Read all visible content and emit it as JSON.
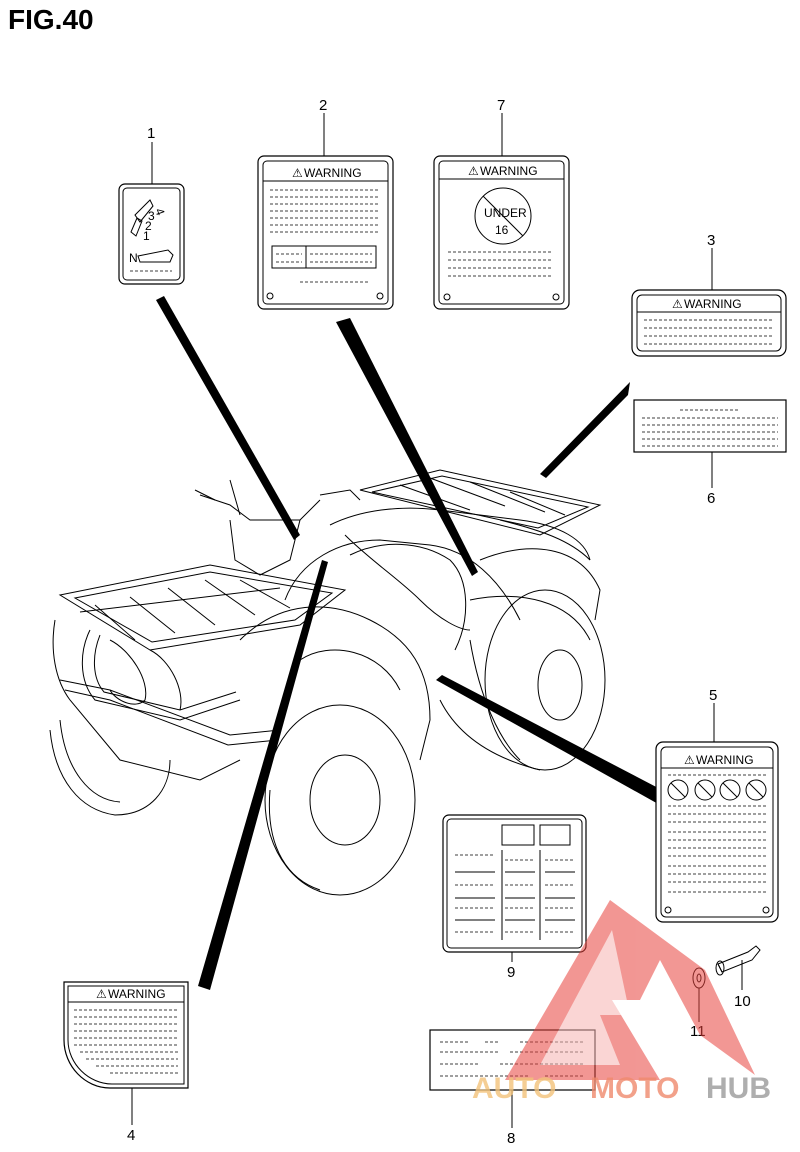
{
  "figure": {
    "title": "FIG.40"
  },
  "labels": {
    "warning_text": "WARNING",
    "under16_line1": "UNDER",
    "under16_line2": "16",
    "gear_marks": [
      "4",
      "3",
      "2",
      "1",
      "N"
    ]
  },
  "callouts": [
    "1",
    "2",
    "3",
    "4",
    "5",
    "6",
    "7",
    "8",
    "9",
    "10",
    "11"
  ],
  "watermark": {
    "text_part1": "AUTO",
    "text_part2": "MOTO",
    "text_part3": "HUB",
    "color": "#e8423c"
  }
}
